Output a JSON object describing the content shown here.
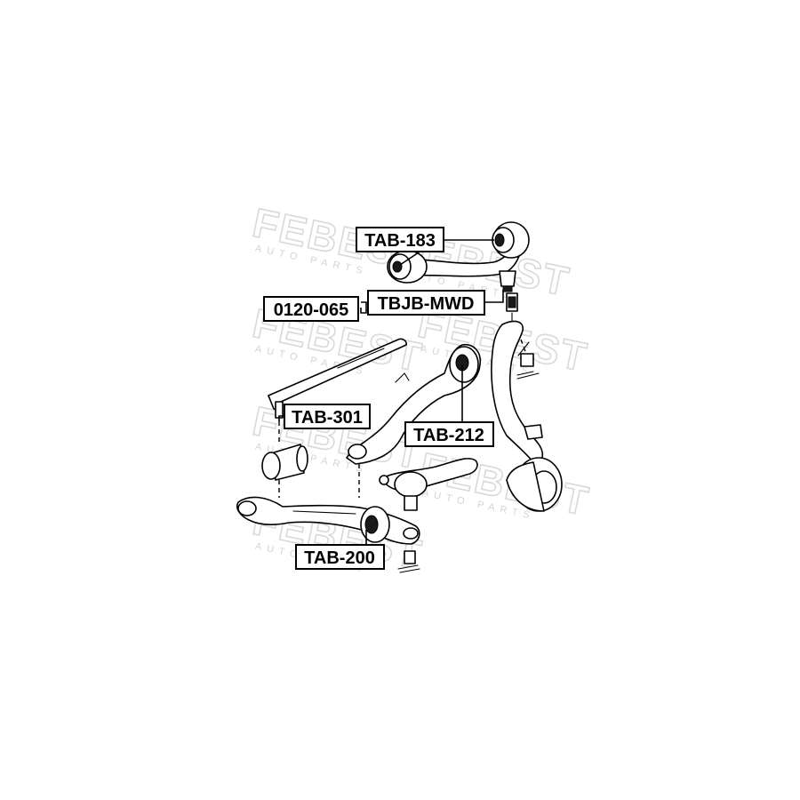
{
  "watermark": {
    "brand": "FEBEST",
    "sub": "AUTO PARTS"
  },
  "callouts": [
    {
      "id": "tab-183",
      "text": "TAB-183"
    },
    {
      "id": "tbjb-mwd",
      "text": "TBJB-MWD"
    },
    {
      "id": "0120-065",
      "text": "0120-065"
    },
    {
      "id": "tab-301",
      "text": "TAB-301"
    },
    {
      "id": "tab-212",
      "text": "TAB-212"
    },
    {
      "id": "tab-200",
      "text": "TAB-200"
    }
  ]
}
